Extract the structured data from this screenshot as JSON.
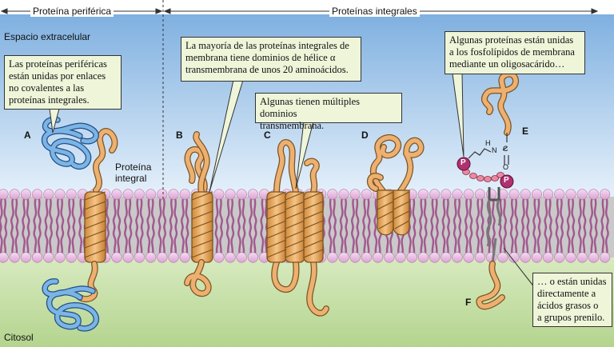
{
  "headers": {
    "peripheral": "Proteína periférica",
    "integral": "Proteínas integrales"
  },
  "regions": {
    "extracellular": "Espacio extracelular",
    "cytosol": "Citosol"
  },
  "labels": {
    "integral_protein": "Proteína\nintegral",
    "A": "A",
    "B": "B",
    "C": "C",
    "D": "D",
    "E": "E",
    "F": "F"
  },
  "callouts": {
    "peripheral": "Las proteínas periféricas\nestán unidas por enlaces\nno covalentes a las\nproteínas integrales.",
    "single_pass": "La mayoría de las proteínas integrales de\nmembrana tiene dominios de hélice α\ntransmembrana de unos 20 aminoácidos.",
    "multi_pass": "Algunas tienen múltiples dominios\ntransmembrana.",
    "gpi": "Algunas proteínas están unidas\na los fosfolípidos de membrana\nmediante un oligosacárido…",
    "lipid": "… o están unidas\ndirectamente a\nácidos grasos o\na grupos prenilo."
  },
  "chemistry": {
    "phosphate": "P",
    "N": "N",
    "H": "H",
    "C": "C",
    "O": "O"
  },
  "colors": {
    "sky_top": "#7fb0e0",
    "sky_bottom": "#e8f2fb",
    "membrane_head": "#e6b8e0",
    "membrane_tail": "#a2588f",
    "cytosol": "#bcd99a",
    "protein": "#eeb070",
    "protein_outline": "#7a5524",
    "peripheral": "#6aa8dc",
    "callout_bg": "#eef5d9",
    "phosphate": "#b03070"
  }
}
